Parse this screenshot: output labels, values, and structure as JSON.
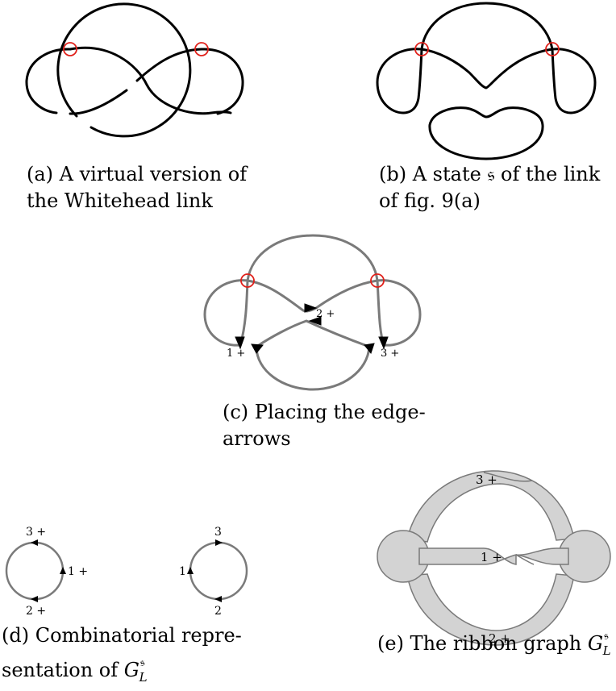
{
  "captions": {
    "a_line1": "(a) A virtual version of",
    "a_line2": "the Whitehead link",
    "b_line1": "(b) A state 𝔰 of the link",
    "b_line2": "of fig. 9(a)",
    "c_line1": "(c) Placing the edge-",
    "c_line2": "arrows",
    "d_line1": "(d) Combinatorial repre-",
    "d_line2": "sentation of ",
    "d_sym": "G",
    "d_sup": "𝔰",
    "d_sub": "L",
    "e_text": "(e) The ribbon graph ",
    "e_sym": "G",
    "e_sup": "𝔰",
    "e_sub": "L"
  },
  "fig_c_labels": {
    "v1": "1 +",
    "v2": "2 +",
    "v3": "3 +"
  },
  "fig_d_labels": {
    "left_top": "3 +",
    "left_right": "1 +",
    "left_bottom": "2 +",
    "right_top": "3",
    "right_left": "1",
    "right_bottom": "2"
  },
  "fig_e_labels": {
    "top": "3 +",
    "middle": "1 +",
    "bottom": "2 +"
  },
  "colors": {
    "virtual_crossing": "#e0201a",
    "ribbon_fill": "#d3d3d3",
    "state_stroke": "#7a7a7a"
  }
}
